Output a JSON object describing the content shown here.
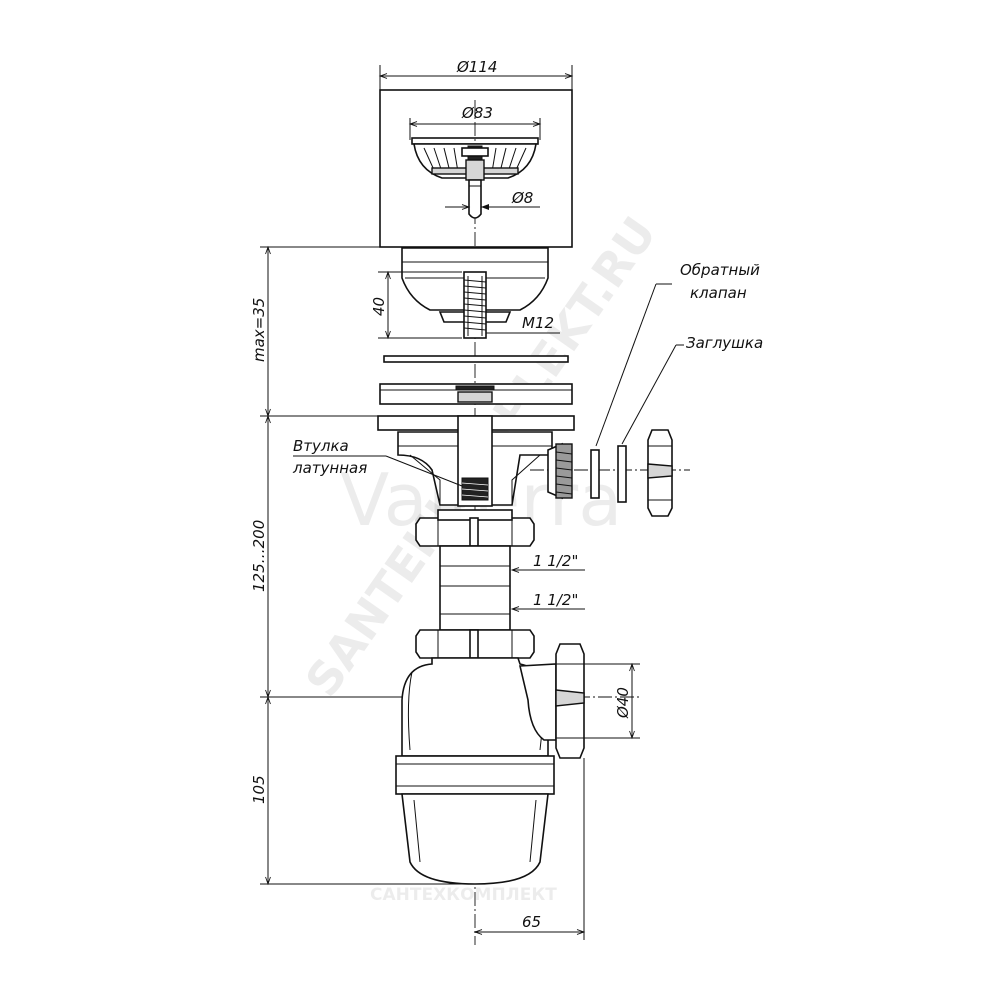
{
  "dimensions": {
    "d114": "Ø114",
    "d83": "Ø83",
    "d8": "Ø8",
    "h40": "40",
    "m12": "M12",
    "max35": "max=35",
    "h125_200": "125…200",
    "thread1": "1 1/2\"",
    "thread2": "1 1/2\"",
    "d40": "Ø40",
    "h105": "105",
    "w65": "65"
  },
  "labels": {
    "check_valve_line1": "Обратный",
    "check_valve_line2": "клапан",
    "plug": "Заглушка",
    "brass_sleeve_line1": "Втулка",
    "brass_sleeve_line2": "латунная"
  },
  "watermarks": {
    "brand": "Valterra",
    "site": "SANTEHKOMPLEKT.RU",
    "company": "САНТЕХКОМПЛЕКТ"
  }
}
